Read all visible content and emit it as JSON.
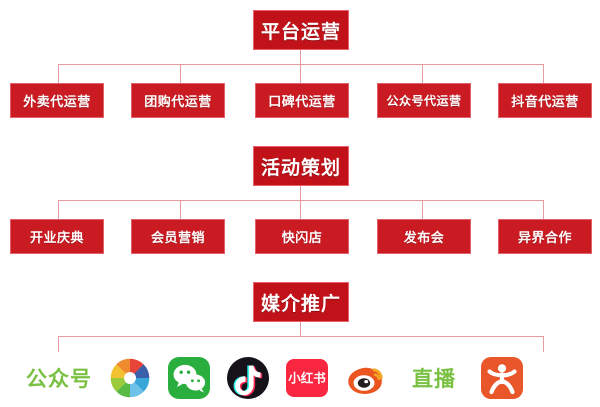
{
  "diagram": {
    "title_semantic": "merchant-operations-service-structure",
    "colors": {
      "header_fill": "#c1121a",
      "header_border": "#e8616a",
      "leaf_fill": "#cb1b22",
      "leaf_border": "#e3626a",
      "connector": "#e79aa0",
      "media_text": "#7ac143",
      "background": "#ffffff"
    }
  },
  "sections": [
    {
      "header": "平台运营",
      "items": [
        {
          "label": "外卖代运营"
        },
        {
          "label": "团购代运营"
        },
        {
          "label": "口碑代运营"
        },
        {
          "label": "公众号代运营"
        },
        {
          "label": "抖音代运营"
        }
      ]
    },
    {
      "header": "活动策划",
      "items": [
        {
          "label": "开业庆典"
        },
        {
          "label": "会员营销"
        },
        {
          "label": "快闪店"
        },
        {
          "label": "发布会"
        },
        {
          "label": "异界合作"
        }
      ]
    },
    {
      "header": "媒介推广",
      "media": [
        {
          "type": "text",
          "label": "公众号",
          "icon": "text-gongzhonghao"
        },
        {
          "type": "icon",
          "label": "",
          "icon": "aperture-icon"
        },
        {
          "type": "icon",
          "label": "",
          "icon": "wechat-icon"
        },
        {
          "type": "icon",
          "label": "",
          "icon": "douyin-icon"
        },
        {
          "type": "icon",
          "label": "小红书",
          "icon": "xiaohongshu-icon"
        },
        {
          "type": "icon",
          "label": "",
          "icon": "weibo-icon"
        },
        {
          "type": "text",
          "label": "直播",
          "icon": "text-zhibo"
        },
        {
          "type": "icon",
          "label": "",
          "icon": "dianping-icon"
        }
      ]
    }
  ]
}
